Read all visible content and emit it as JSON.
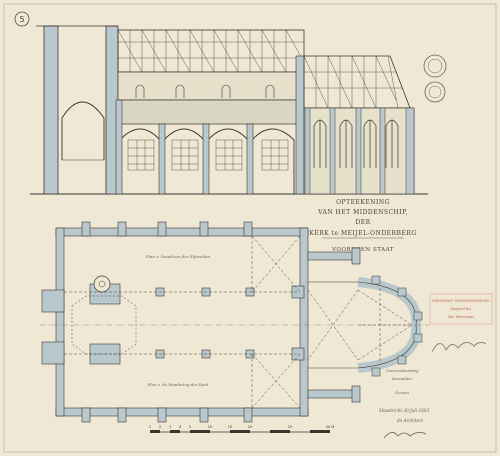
{
  "sheet_number": "5",
  "title": {
    "line1": "OPTEEKENING",
    "line2": "VAN HET MIDDENSCHIP,",
    "line3": "DER",
    "line4": "KERK te MEIJEL-ONDERBERG",
    "line5": "VOORHEEN STAAT"
  },
  "plan_labels": {
    "upper_aisle": "Plan v. Gewelven der Zijbeuken",
    "lower_aisle": "Plan v. de Fundering der Kerk"
  },
  "stamp": {
    "line1": "RIJKSDIENST MONUMENTENZORG",
    "line2": "Negatief No.",
    "line3": "Afd. Tekeningen"
  },
  "signature_note": {
    "line1": "Overeenkomstig",
    "line2": "bevonden",
    "line3": "Gezien"
  },
  "date_note": {
    "line1": "Maastricht 30 Juli 1893",
    "line2": "de Architect"
  },
  "scale_bar": {
    "numbers": [
      "1",
      "2",
      "3",
      "4",
      "5",
      "10",
      "15",
      "20",
      "25",
      "30 M"
    ]
  },
  "colors": {
    "paper": "#efe8d4",
    "ink": "#3c3630",
    "wall_wash": "#b9c8cc",
    "stamp_red": "#c46a5a"
  }
}
